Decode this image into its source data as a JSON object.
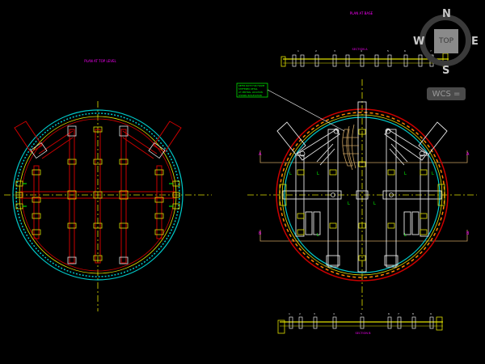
{
  "drawing": {
    "left_title": "PLAN AT TOP LEVEL",
    "right_title": "PLAN AT BASE",
    "right_sub_title": "SECTION A",
    "bottom_title": "SECTION B",
    "note_lines": [
      "REFER NOTE FOR FRAME",
      "STIFFENER DETAIL",
      "AT CENTRAL LOCATION",
      "SHOWN IN ELEVATION"
    ],
    "section_letters": [
      "A",
      "A",
      "B",
      "B"
    ],
    "callout_letter": "L"
  },
  "navigation": {
    "compass": {
      "north": "N",
      "south": "S",
      "east": "E",
      "west": "W",
      "face": "TOP"
    },
    "ucs_button": "WCS ="
  },
  "colors": {
    "background": "#000000",
    "centerline": "#e0e000",
    "steel_red": "#cc0000",
    "outline_white": "#e8e8e8",
    "ring_cyan": "#00c8c8",
    "ring_orange": "#ff8000",
    "magenta_text": "#ff00ff",
    "green_text": "#00ff00",
    "tan": "#c8a060"
  }
}
